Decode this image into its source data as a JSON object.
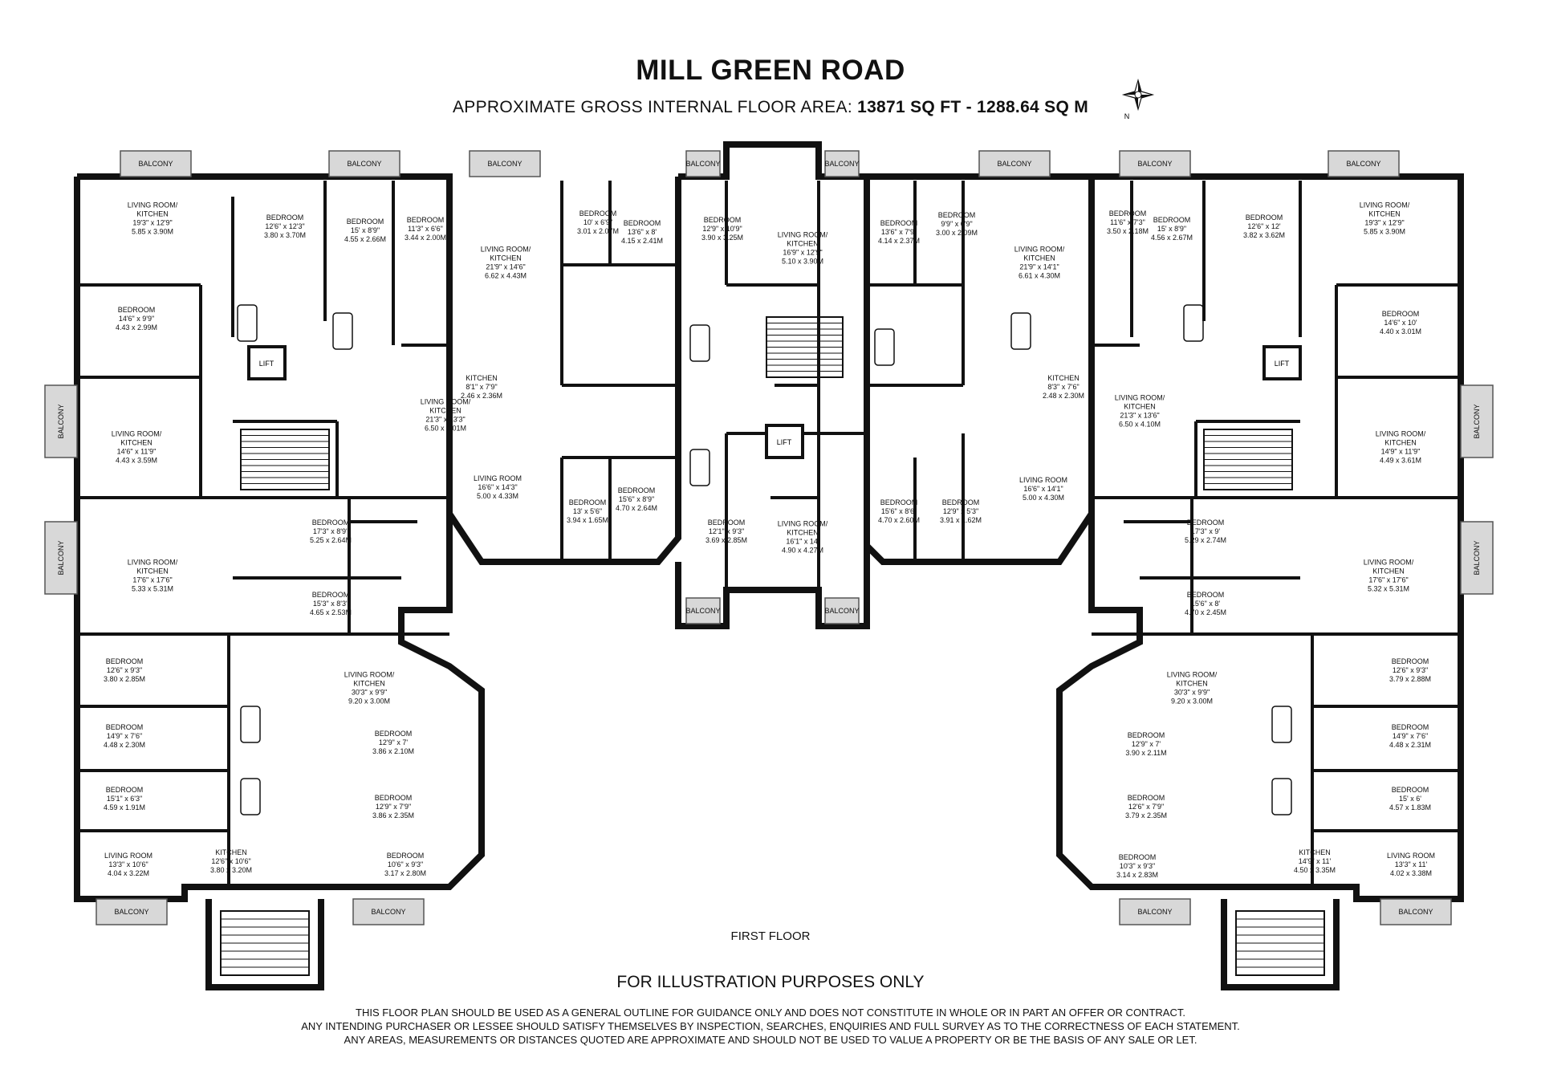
{
  "header": {
    "title": "MILL GREEN ROAD",
    "subtitle_prefix": "APPROXIMATE GROSS INTERNAL FLOOR AREA:",
    "area_text": "13871 SQ FT  -  1288.64 SQ M"
  },
  "compass": {
    "north_label": "N"
  },
  "floor_label": "FIRST FLOOR",
  "illustration_note": "FOR ILLUSTRATION PURPOSES ONLY",
  "disclaimer": [
    "THIS FLOOR PLAN SHOULD BE USED AS A GENERAL OUTLINE FOR GUIDANCE ONLY AND DOES NOT CONSTITUTE IN WHOLE OR IN PART AN OFFER OR CONTRACT.",
    "ANY INTENDING PURCHASER OR LESSEE SHOULD SATISFY THEMSELVES BY INSPECTION, SEARCHES, ENQUIRIES AND FULL SURVEY AS TO THE CORRECTNESS OF EACH STATEMENT.",
    "ANY AREAS, MEASUREMENTS OR DISTANCES QUOTED ARE APPROXIMATE AND SHOULD NOT BE USED TO VALUE A PROPERTY OR BE THE BASIS OF ANY SALE OR LET."
  ],
  "balcony_label": "BALCONY",
  "lift_label": "LIFT",
  "rooms": [
    {
      "lines": [
        "LIVING ROOM/",
        "KITCHEN",
        "19'3\" x 12'9\"",
        "5.85 x 3.90M"
      ]
    },
    {
      "lines": [
        "BEDROOM",
        "12'6\" x 12'3\"",
        "3.80 x 3.70M"
      ]
    },
    {
      "lines": [
        "BEDROOM",
        "15' x 8'9\"",
        "4.55 x 2.66M"
      ]
    },
    {
      "lines": [
        "BEDROOM",
        "11'3\" x 6'6\"",
        "3.44 x 2.00M"
      ]
    },
    {
      "lines": [
        "BEDROOM",
        "14'6\" x 9'9\"",
        "4.43 x 2.99M"
      ]
    },
    {
      "lines": [
        "LIVING ROOM/",
        "KITCHEN",
        "14'6\" x 11'9\"",
        "4.43 x 3.59M"
      ]
    },
    {
      "lines": [
        "LIVING ROOM/",
        "KITCHEN",
        "21'3\" x 13'3\"",
        "6.50 x 4.01M"
      ]
    },
    {
      "lines": [
        "LIVING ROOM/",
        "KITCHEN",
        "21'9\" x 14'6\"",
        "6.62 x 4.43M"
      ]
    },
    {
      "lines": [
        "BEDROOM",
        "10' x 6'9\"",
        "3.01 x 2.07M"
      ]
    },
    {
      "lines": [
        "BEDROOM",
        "13'6\" x 8'",
        "4.15 x 2.41M"
      ]
    },
    {
      "lines": [
        "KITCHEN",
        "8'1\" x 7'9\"",
        "2.46 x 2.36M"
      ]
    },
    {
      "lines": [
        "LIVING ROOM",
        "16'6\" x 14'3\"",
        "5.00 x 4.33M"
      ]
    },
    {
      "lines": [
        "BEDROOM",
        "13' x 5'6\"",
        "3.94 x 1.65M"
      ]
    },
    {
      "lines": [
        "BEDROOM",
        "15'6\" x 8'9\"",
        "4.70 x 2.64M"
      ]
    },
    {
      "lines": [
        "BEDROOM",
        "12'9\" x 10'9\"",
        "3.90 x 3.25M"
      ]
    },
    {
      "lines": [
        "LIVING ROOM/",
        "KITCHEN",
        "16'9\" x 12'9\"",
        "5.10 x 3.90M"
      ]
    },
    {
      "lines": [
        "BEDROOM",
        "12'1\" x 9'3\"",
        "3.69 x 2.85M"
      ]
    },
    {
      "lines": [
        "LIVING ROOM/",
        "KITCHEN",
        "16'1\" x 14'",
        "4.90 x 4.27M"
      ]
    },
    {
      "lines": [
        "BEDROOM",
        "13'6\" x 7'9\"",
        "4.14 x 2.37M"
      ]
    },
    {
      "lines": [
        "BEDROOM",
        "9'9\" x 6'9\"",
        "3.00 x 2.09M"
      ]
    },
    {
      "lines": [
        "LIVING ROOM/",
        "KITCHEN",
        "21'9\" x 14'1\"",
        "6.61 x 4.30M"
      ]
    },
    {
      "lines": [
        "KITCHEN",
        "8'3\" x 7'6\"",
        "2.48 x 2.30M"
      ]
    },
    {
      "lines": [
        "BEDROOM",
        "15'6\" x 8'6\"",
        "4.70 x 2.60M"
      ]
    },
    {
      "lines": [
        "BEDROOM",
        "12'9\" x 5'3\"",
        "3.91 x 1.62M"
      ]
    },
    {
      "lines": [
        "LIVING ROOM",
        "16'6\" x 14'1\"",
        "5.00 x 4.30M"
      ]
    },
    {
      "lines": [
        "BEDROOM",
        "11'6\" x 7'3\"",
        "3.50 x 2.18M"
      ]
    },
    {
      "lines": [
        "BEDROOM",
        "15' x 8'9\"",
        "4.56 x 2.67M"
      ]
    },
    {
      "lines": [
        "BEDROOM",
        "12'6\" x 12'",
        "3.82 x 3.62M"
      ]
    },
    {
      "lines": [
        "LIVING ROOM/",
        "KITCHEN",
        "19'3\" x 12'9\"",
        "5.85 x 3.90M"
      ]
    },
    {
      "lines": [
        "BEDROOM",
        "14'6\" x 10'",
        "4.40 x 3.01M"
      ]
    },
    {
      "lines": [
        "LIVING ROOM/",
        "KITCHEN",
        "21'3\" x 13'6\"",
        "6.50 x 4.10M"
      ]
    },
    {
      "lines": [
        "LIVING ROOM/",
        "KITCHEN",
        "14'9\" x 11'9\"",
        "4.49 x 3.61M"
      ]
    },
    {
      "lines": [
        "BEDROOM",
        "17'3\" x 8'9\"",
        "5.25 x 2.64M"
      ]
    },
    {
      "lines": [
        "LIVING ROOM/",
        "KITCHEN",
        "17'6\" x 17'6\"",
        "5.33 x 5.31M"
      ]
    },
    {
      "lines": [
        "BEDROOM",
        "15'3\" x 8'3\"",
        "4.65 x 2.53M"
      ]
    },
    {
      "lines": [
        "BEDROOM",
        "17'3\" x 9'",
        "5.29 x 2.74M"
      ]
    },
    {
      "lines": [
        "LIVING ROOM/",
        "KITCHEN",
        "17'6\" x 17'6\"",
        "5.32 x 5.31M"
      ]
    },
    {
      "lines": [
        "BEDROOM",
        "15'6\" x 8'",
        "4.70 x 2.45M"
      ]
    },
    {
      "lines": [
        "BEDROOM",
        "12'6\" x 9'3\"",
        "3.80 x 2.85M"
      ]
    },
    {
      "lines": [
        "LIVING ROOM/",
        "KITCHEN",
        "30'3\" x 9'9\"",
        "9.20 x 3.00M"
      ]
    },
    {
      "lines": [
        "BEDROOM",
        "14'9\" x 7'6\"",
        "4.48 x 2.30M"
      ]
    },
    {
      "lines": [
        "BEDROOM",
        "12'9\" x 7'",
        "3.86 x 2.10M"
      ]
    },
    {
      "lines": [
        "BEDROOM",
        "15'1\" x 6'3\"",
        "4.59 x 1.91M"
      ]
    },
    {
      "lines": [
        "BEDROOM",
        "12'9\" x 7'9\"",
        "3.86 x 2.35M"
      ]
    },
    {
      "lines": [
        "LIVING ROOM",
        "13'3\" x 10'6\"",
        "4.04 x 3.22M"
      ]
    },
    {
      "lines": [
        "KITCHEN",
        "12'6\" x 10'6\"",
        "3.80 x 3.20M"
      ]
    },
    {
      "lines": [
        "BEDROOM",
        "10'6\" x 9'3\"",
        "3.17 x 2.80M"
      ]
    },
    {
      "lines": [
        "LIVING ROOM/",
        "KITCHEN",
        "30'3\" x 9'9\"",
        "9.20 x 3.00M"
      ]
    },
    {
      "lines": [
        "BEDROOM",
        "12'6\" x 9'3\"",
        "3.79 x 2.88M"
      ]
    },
    {
      "lines": [
        "BEDROOM",
        "12'9\" x 7'",
        "3.90 x 2.11M"
      ]
    },
    {
      "lines": [
        "BEDROOM",
        "14'9\" x 7'6\"",
        "4.48 x 2.31M"
      ]
    },
    {
      "lines": [
        "BEDROOM",
        "12'6\" x 7'9\"",
        "3.79 x 2.35M"
      ]
    },
    {
      "lines": [
        "BEDROOM",
        "15' x 6'",
        "4.57 x 1.83M"
      ]
    },
    {
      "lines": [
        "BEDROOM",
        "10'3\" x 9'3\"",
        "3.14 x 2.83M"
      ]
    },
    {
      "lines": [
        "KITCHEN",
        "14'9\" x 11'",
        "4.50 x 3.35M"
      ]
    },
    {
      "lines": [
        "LIVING ROOM",
        "13'3\" x 11'",
        "4.02 x 3.38M"
      ]
    }
  ]
}
